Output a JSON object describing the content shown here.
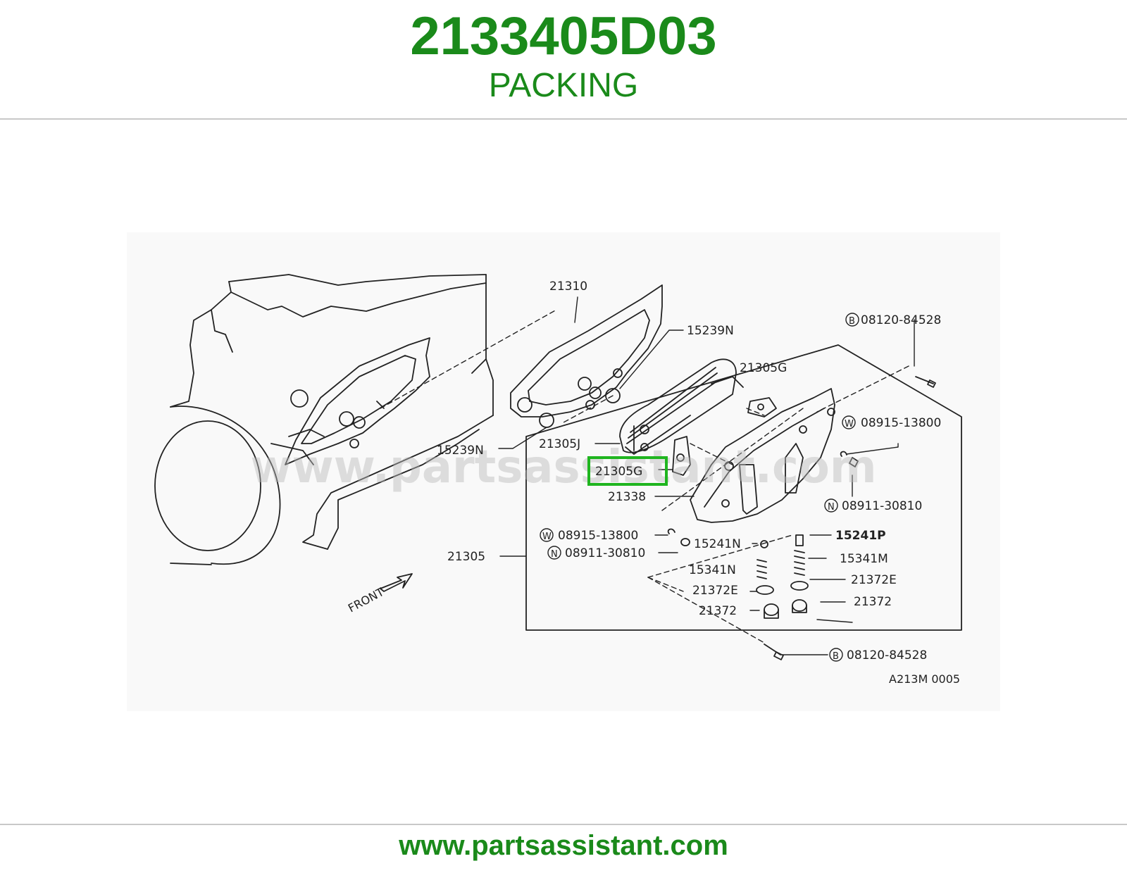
{
  "header": {
    "part_number": "2133405D03",
    "part_name": "PACKING"
  },
  "diagram": {
    "highlighted_callout": "21305G",
    "highlight_color": "#1fb51f",
    "accent_color": "#1a8a1a",
    "watermark": "www.partsassistant.com",
    "drawing_code": "A213M 0005",
    "front_label": "FRONT",
    "callouts": {
      "c21310": "21310",
      "c15239n_top": "15239N",
      "c08120_top": "08120-84528",
      "c21305g_top": "21305G",
      "c08915_right": "08915-13800",
      "c15239n_left": "15239N",
      "c21305j": "21305J",
      "c21305g_hl": "21305G",
      "c08911_right": "08911-30810",
      "c21338": "21338",
      "c08915_left": "08915-13800",
      "c15241p": "15241P",
      "c15241n": "15241N",
      "c08911_left": "08911-30810",
      "c21305": "21305",
      "c15341m": "15341M",
      "c15341n": "15341N",
      "c21372e_right": "21372E",
      "c21372e_left": "21372E",
      "c21372_right": "21372",
      "c21372_left": "21372",
      "c08120_bottom": "08120-84528"
    },
    "prefix_marks": {
      "bolt": "B",
      "washer": "W",
      "nut": "N"
    }
  },
  "footer": {
    "url": "www.partsassistant.com"
  }
}
